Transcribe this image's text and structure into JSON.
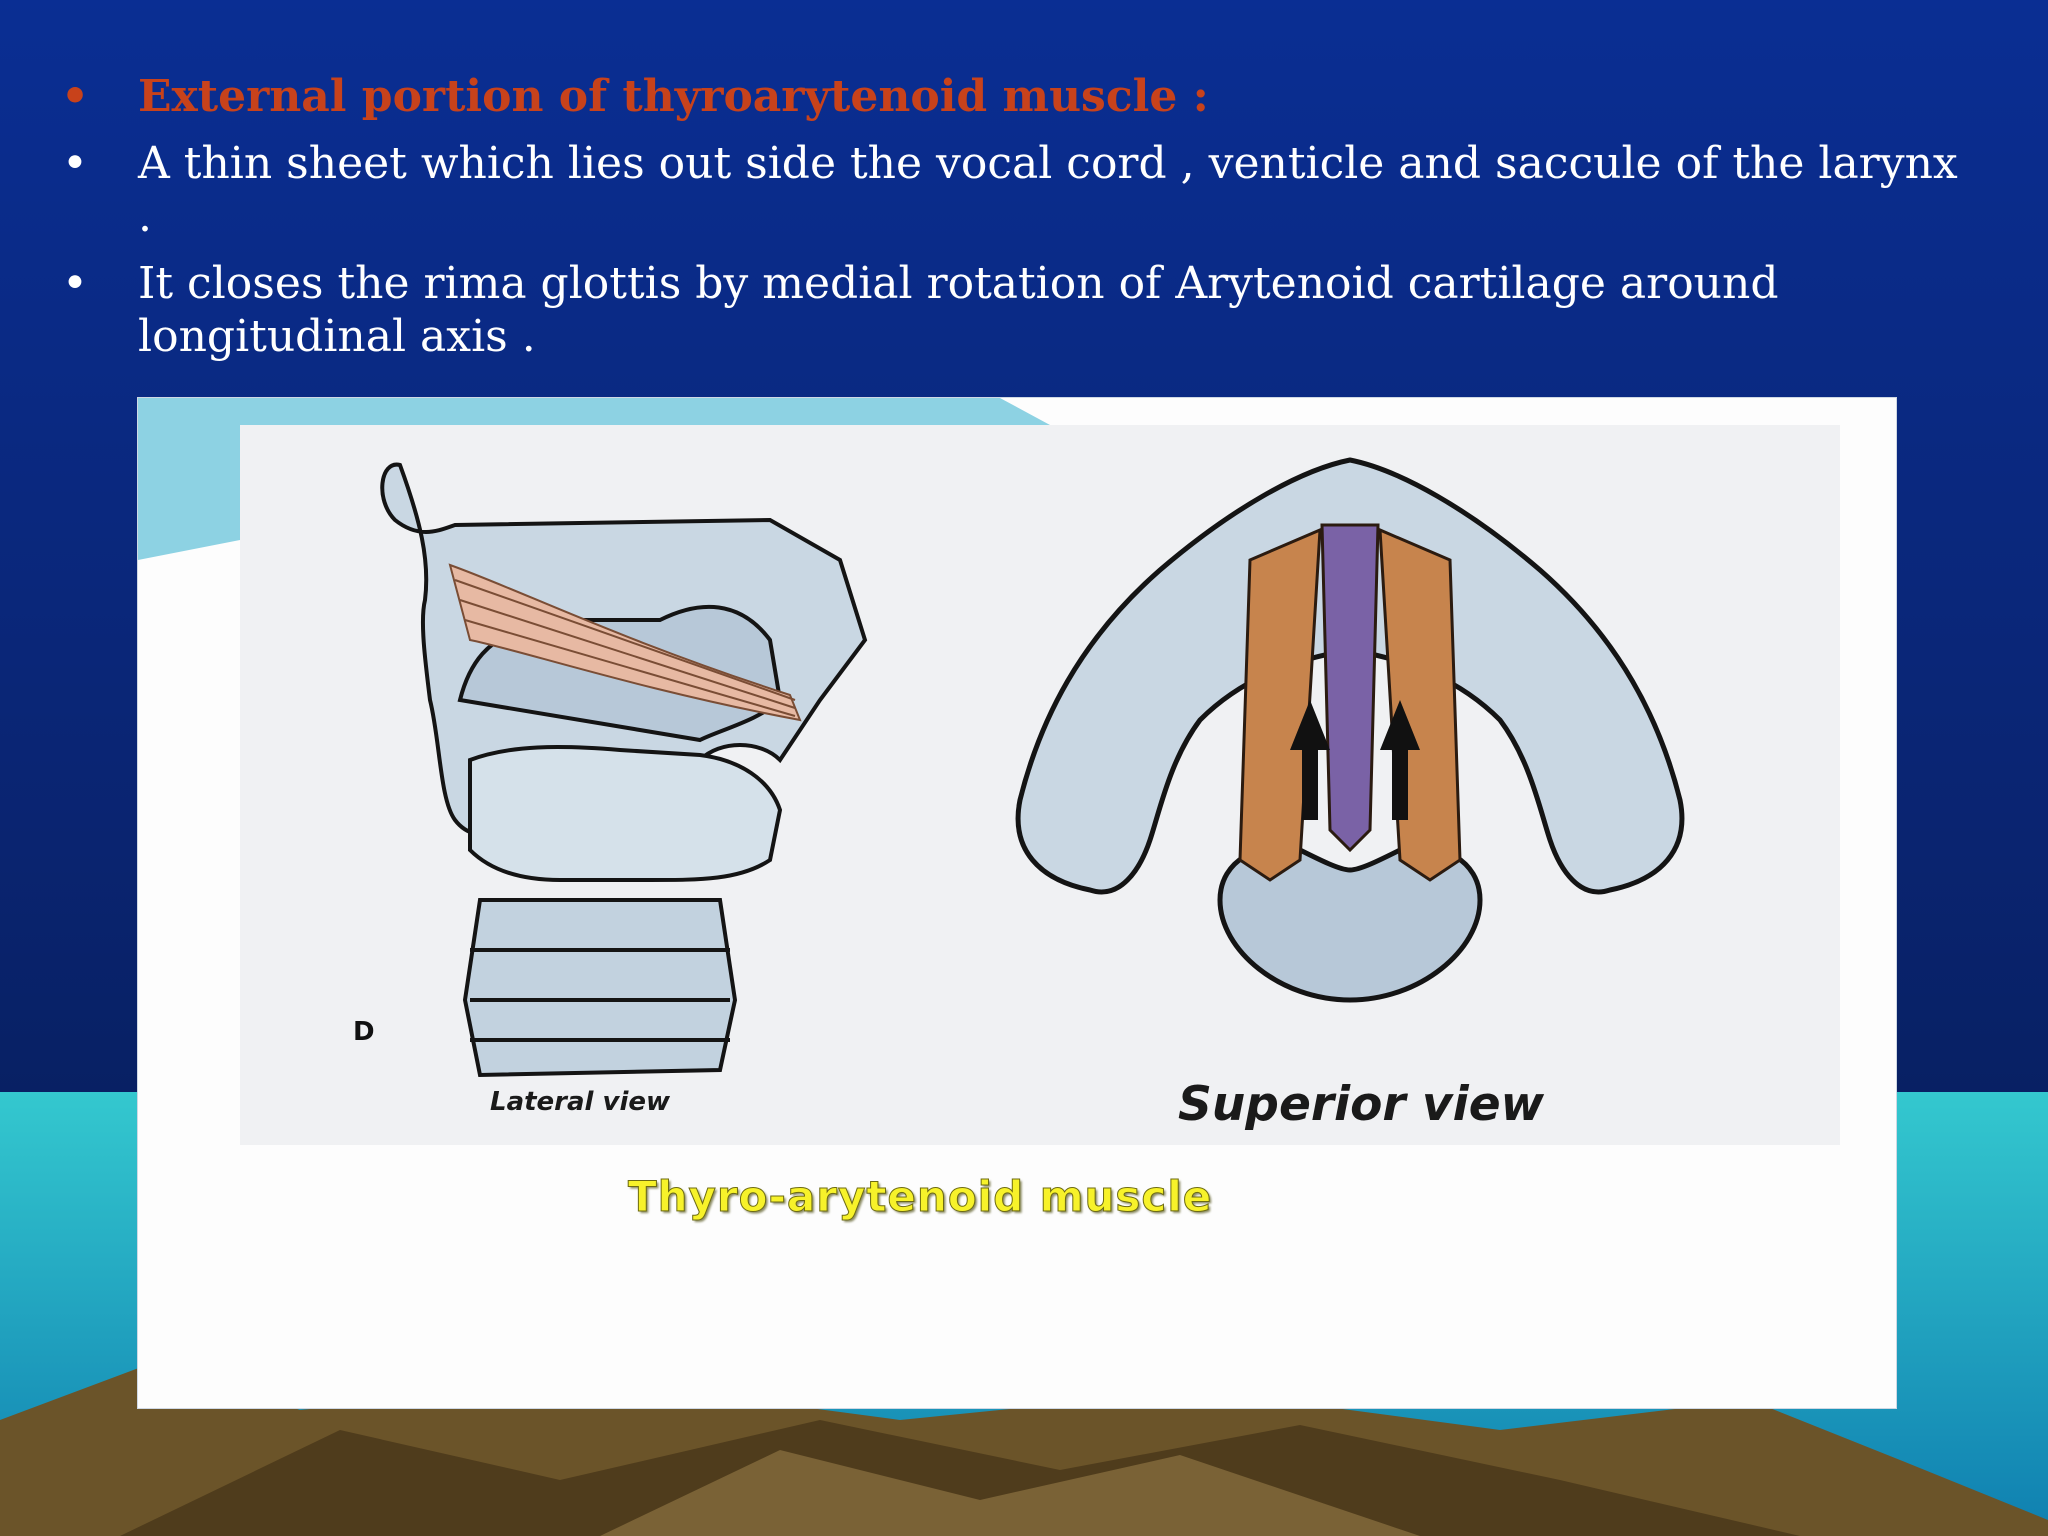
{
  "bullets": [
    "External portion of thyroarytenoid muscle :",
    "A thin sheet which lies out side the vocal cord , venticle and saccule of the larynx .",
    "It closes the rima glottis by medial rotation of Arytenoid cartilage around longitudinal axis ."
  ],
  "bullet_marker": "•",
  "figure": {
    "panel_letter": "D",
    "lateral_label": "Lateral view",
    "superior_label": "Superior view",
    "caption": "Thyro-arytenoid muscle"
  },
  "colors": {
    "slide_bg_top": "#0a2a86",
    "slide_bg_bottom": "#031a55",
    "heading_text": "#c8421b",
    "body_text": "#ffffff",
    "caption_text": "#f7f22a",
    "cartilage": "#c9d7e3",
    "muscle": "#c7844d"
  },
  "icons": [
    "larynx-lateral-illustration",
    "larynx-superior-illustration",
    "upward-arrow-icon"
  ]
}
